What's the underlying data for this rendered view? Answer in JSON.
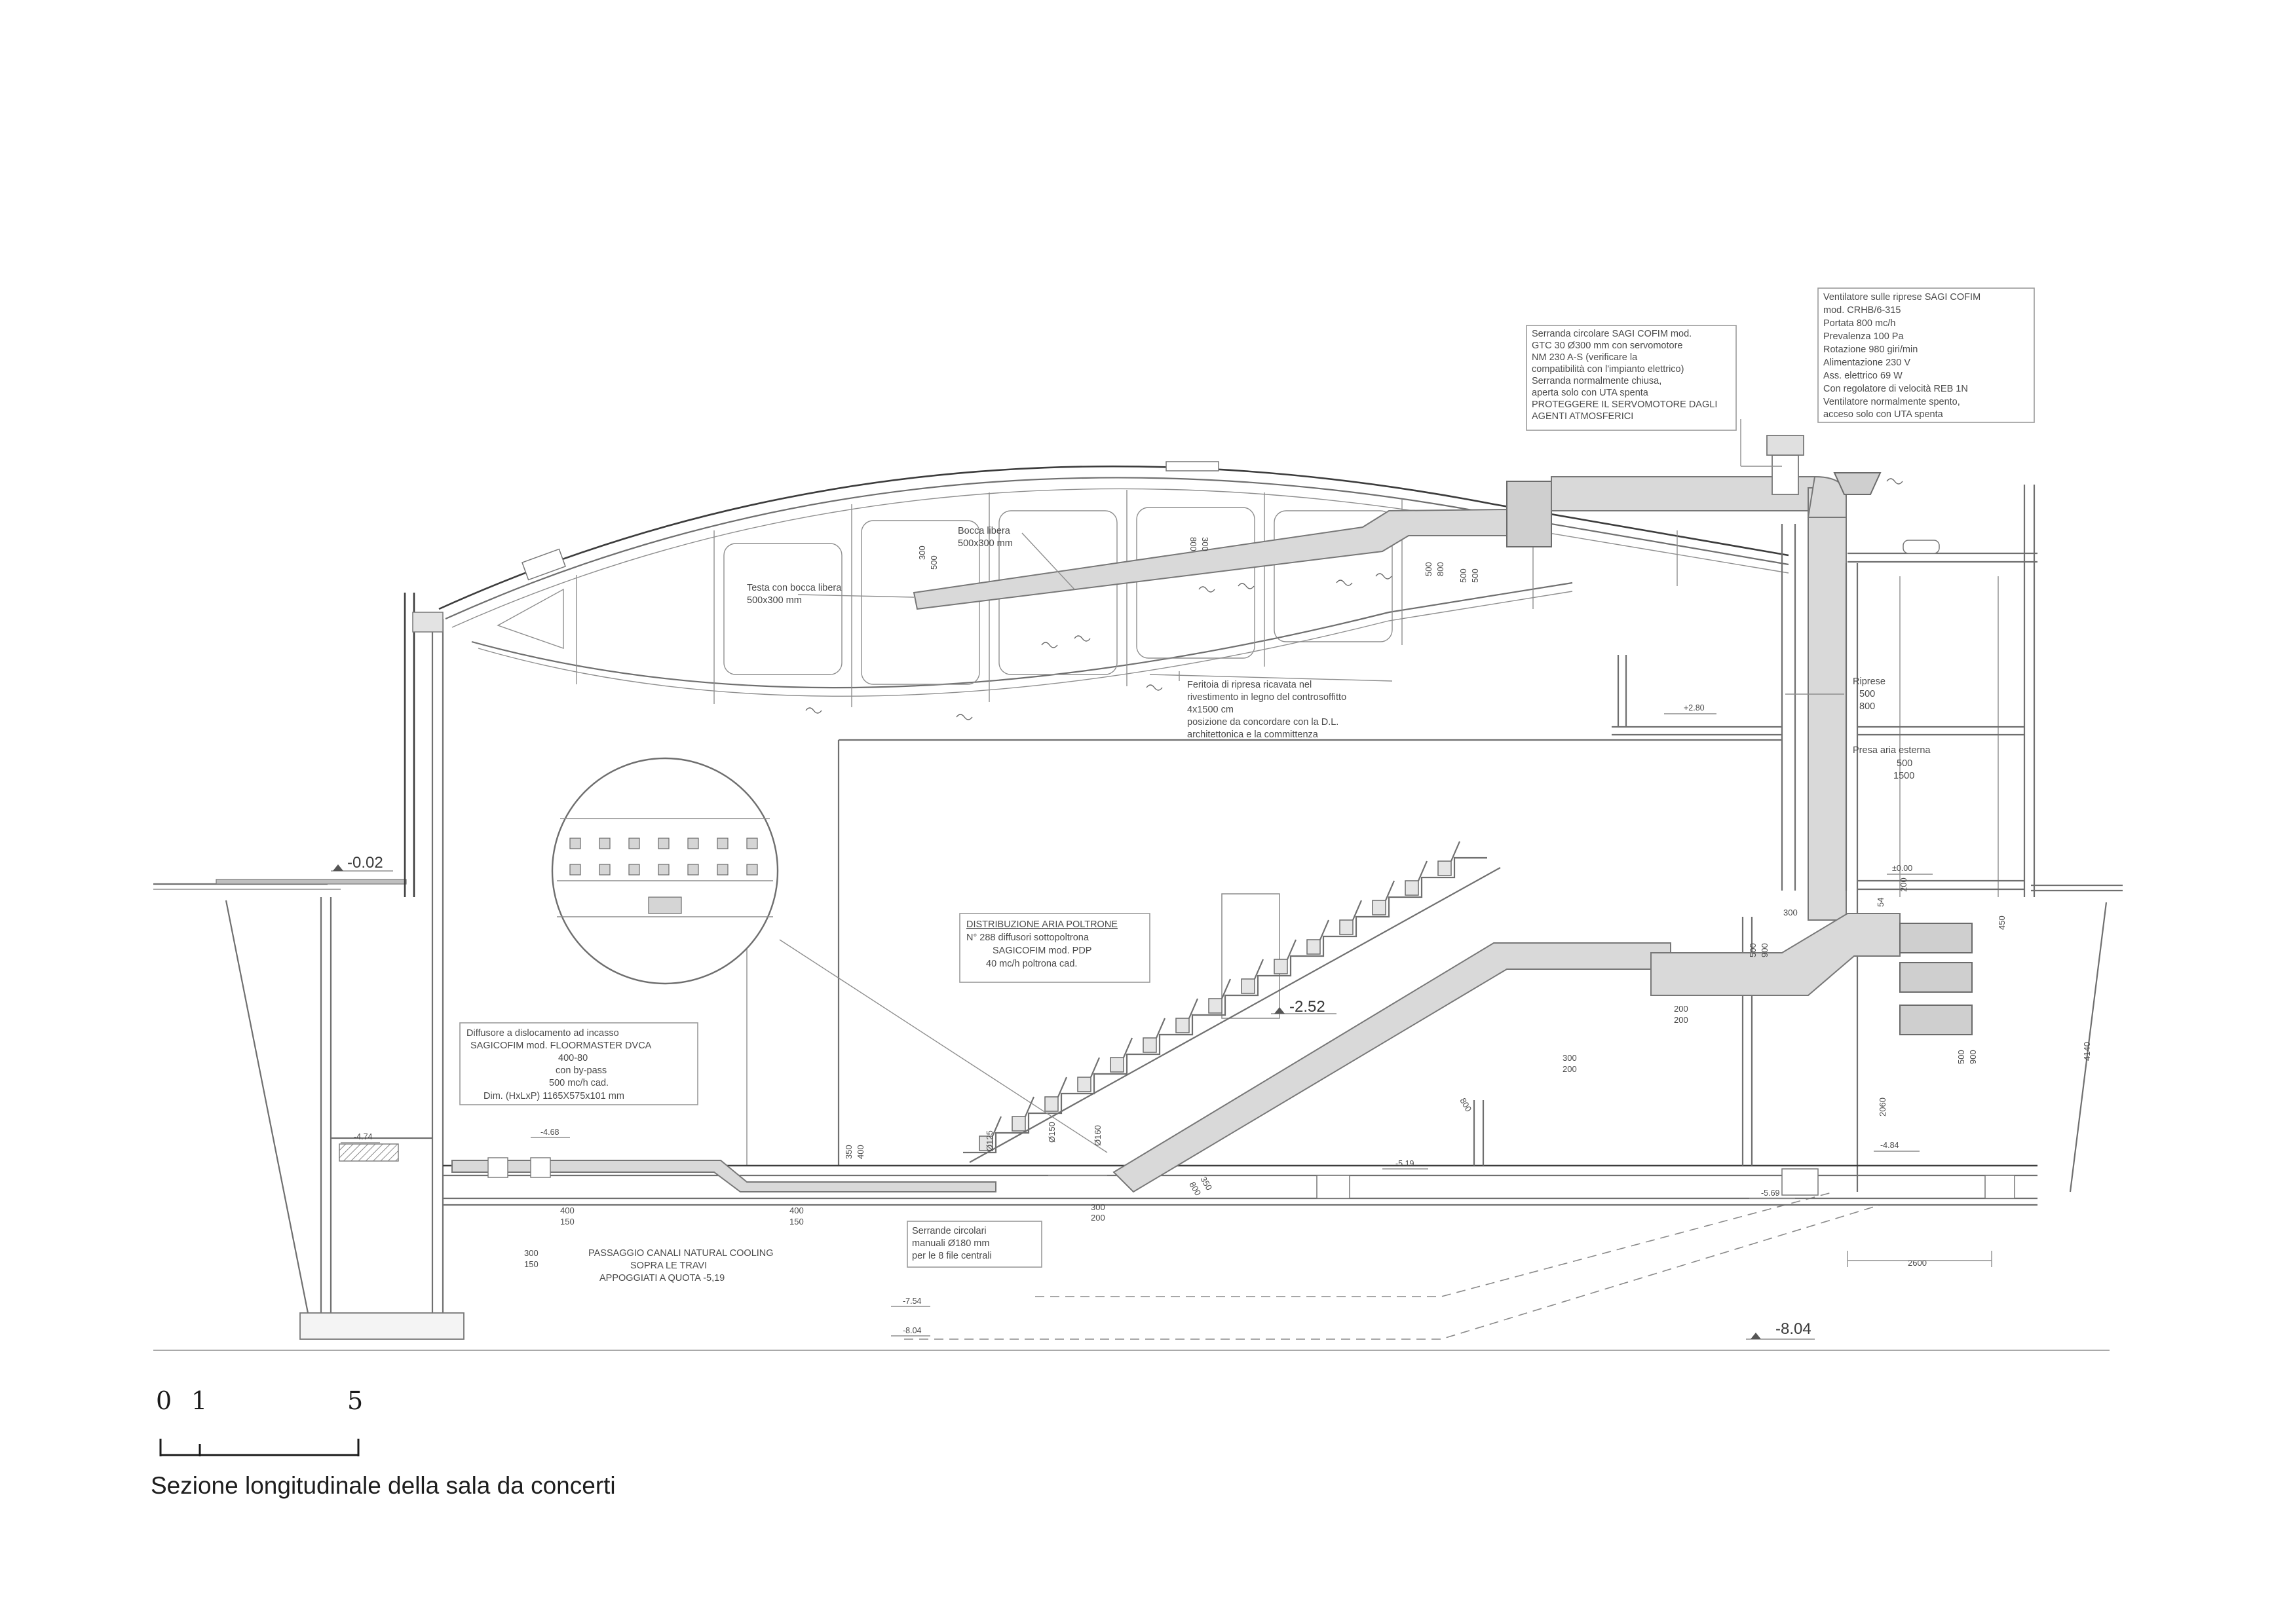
{
  "caption": "Sezione longitudinale della sala da concerti",
  "scale_bar": {
    "labels": [
      "0",
      "1",
      "5"
    ]
  },
  "levels": [
    "-0.02",
    "-2.52",
    "-8.04",
    "+2.80",
    "±0.00",
    "-4.74",
    "-4.68",
    "-4.84",
    "-5.19",
    "-5.69",
    "-7.54",
    "-8.04"
  ],
  "notes": {
    "ventilatore": [
      "Ventilatore sulle riprese SAGI COFIM",
      "mod. CRHB/6-315",
      "Portata 800 mc/h",
      "Prevalenza 100 Pa",
      "Rotazione 980 giri/min",
      " Alimentazione 230 V",
      " Ass. elettrico 69 W",
      " Con regolatore di velocità REB 1N",
      "Ventilatore normalmente spento,",
      "acceso solo con UTA spenta"
    ],
    "serranda": [
      "Serranda circolare SAGI COFIM mod.",
      "GTC 30 Ø300 mm con servomotore",
      "NM 230 A-S (verificare la",
      "compatibilità con l'impianto elettrico)",
      "Serranda normalmente chiusa,",
      "aperta solo con UTA spenta",
      "PROTEGGERE IL SERVOMOTORE DAGLI",
      "AGENTI ATMOSFERICI"
    ],
    "bocca_libera": [
      "Bocca libera",
      "500x300 mm"
    ],
    "testa": [
      "Testa con bocca libera",
      "500x300 mm"
    ],
    "feritoia": [
      "Feritoia di ripresa ricavata nel",
      "rivestimento in legno del controsoffitto",
      "4x1500 cm",
      "posizione da concordare con la D.L.",
      "architettonica e la committenza"
    ],
    "riprese": [
      "Riprese",
      "500",
      "800"
    ],
    "presa_aria": [
      "Presa aria esterna",
      "500",
      "1500"
    ],
    "distribuzione": [
      "DISTRIBUZIONE ARIA POLTRONE",
      "N° 288 diffusori sottopoltrona",
      "SAGICOFIM mod. PDP",
      "40 mc/h poltrona cad."
    ],
    "diffusore": [
      "Diffusore a dislocamento ad incasso",
      "SAGICOFIM mod. FLOORMASTER DVCA",
      "400-80",
      "con by-pass",
      "500 mc/h cad.",
      "Dim. (HxLxP) 1165X575x101 mm"
    ],
    "passaggio": [
      "PASSAGGIO CANALI NATURAL COOLING",
      "SOPRA LE TRAVI",
      "APPOGGIATI A QUOTA -5,19"
    ],
    "serrande_circolari": [
      "Serrande circolari",
      "manuali Ø180 mm",
      "per le 8 file centrali"
    ]
  },
  "dimensions": {
    "d400_150_a": [
      "400",
      "150"
    ],
    "d400_150_b": [
      "400",
      "150"
    ],
    "d300_150": [
      "300",
      "150"
    ],
    "d300_200_a": [
      "300",
      "200"
    ],
    "d200_200": [
      "200",
      "200"
    ],
    "d300_200_b": [
      "300",
      "200"
    ],
    "d500_900_a": [
      "500",
      "900"
    ],
    "d500_900_b": [
      "500",
      "900"
    ],
    "d350_400": [
      "350",
      "400"
    ],
    "d350_800": [
      "350",
      "800"
    ],
    "d300_800": [
      "300",
      "800"
    ],
    "d500_800": [
      "500",
      "800"
    ],
    "d500_500": [
      "500",
      "500"
    ],
    "d500_1500": [
      "500",
      "1500"
    ],
    "d800": "800",
    "d300": "300",
    "d2060": "2060",
    "d4140": "4140",
    "d2600": "2600",
    "d54": "54",
    "d450": "450",
    "d200": "200",
    "d500_300": [
      "500",
      "300"
    ],
    "d0150": "Ø150",
    "d0160": "Ø160",
    "d0125": "Ø125"
  }
}
